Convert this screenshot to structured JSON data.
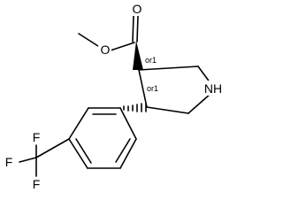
{
  "molecule": {
    "atoms": {
      "carbonyl_oxygen": "O",
      "ester_oxygen": "O",
      "ring_nitrogen": "NH",
      "fluorine_top": "F",
      "fluorine_left": "F",
      "fluorine_bottom": "F"
    },
    "stereo_labels": {
      "c3": "or1",
      "c4": "or1"
    }
  }
}
